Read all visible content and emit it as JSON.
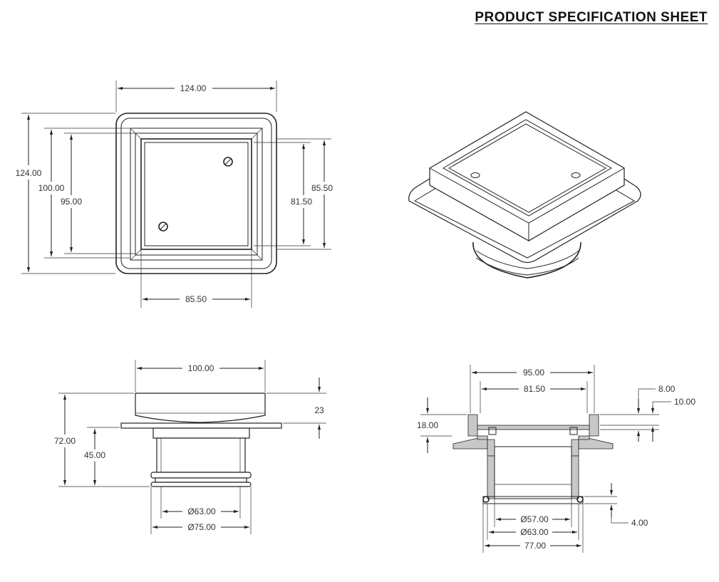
{
  "title": "PRODUCT SPECIFICATION SHEET",
  "top_view": {
    "width": "124.00",
    "height": "124.00",
    "inner_h_1": "100.00",
    "inner_h_2": "95.00",
    "right_h_1": "85.50",
    "right_h_2": "81.50",
    "bottom_w": "85.50"
  },
  "front_view": {
    "top_width": "100.00",
    "total_height": "72.00",
    "body_height": "45.00",
    "rim_height": "23",
    "diam_inner": "Ø63.00",
    "diam_outer": "Ø75.00"
  },
  "section_view": {
    "width_outer": "95.00",
    "width_inner": "81.50",
    "depth": "18.00",
    "lip_1": "8.00",
    "lip_2": "10.00",
    "groove": "4.00",
    "diam_57": "Ø57.00",
    "diam_63": "Ø63.00",
    "width_77": "77.00"
  }
}
